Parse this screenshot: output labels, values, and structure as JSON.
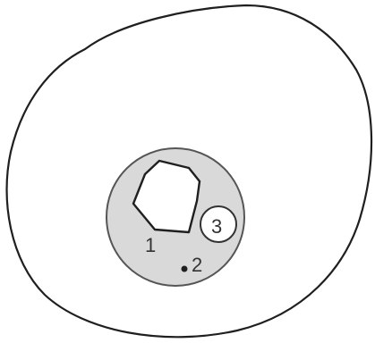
{
  "labels": {
    "region_1": "1",
    "point_2": "2",
    "circle_3": "3"
  },
  "colors": {
    "outline": "#1f1f1f",
    "inner_fill": "#d9d9d9",
    "inner_stroke": "#555555",
    "background": "#ffffff",
    "label_text": "#333333"
  }
}
